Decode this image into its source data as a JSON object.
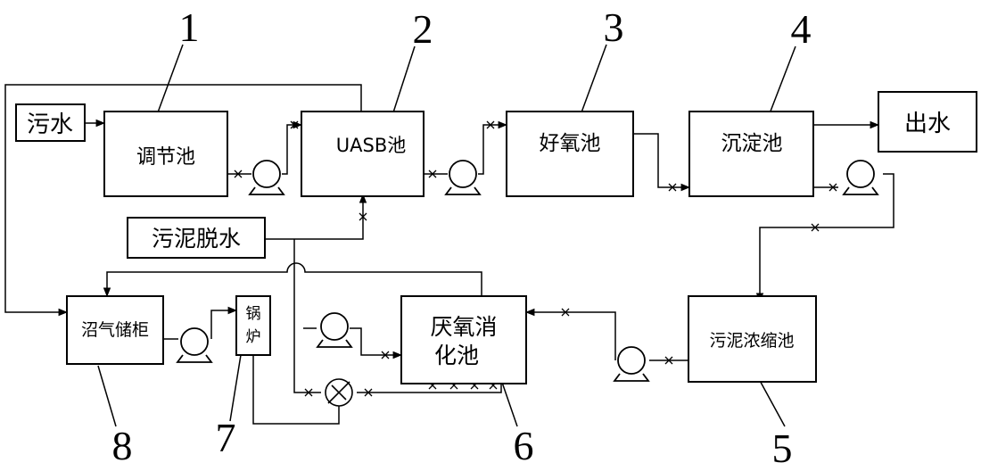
{
  "units": {
    "sewage": "污水",
    "equalization_tank": "调节池",
    "uasb_tank": "UASB池",
    "aerobic_tank": "好氧池",
    "sedimentation_tank": "沉淀池",
    "effluent": "出水",
    "sludge_dewatering": "污泥脱水",
    "biogas_holder": "沼气储柜",
    "boiler_line1": "锅",
    "boiler_line2": "炉",
    "digester_line1": "厌氧消",
    "digester_line2": "化池",
    "sludge_thickener": "污泥浓缩池"
  },
  "callouts": [
    "1",
    "2",
    "3",
    "4",
    "5",
    "6",
    "7",
    "8"
  ],
  "colors": {
    "ink": "#000000",
    "background": "#ffffff"
  }
}
